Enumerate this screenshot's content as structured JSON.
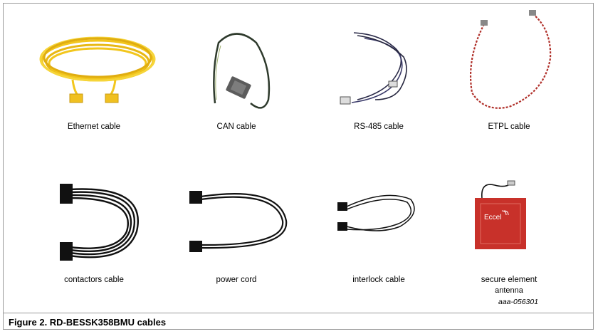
{
  "cables": [
    {
      "id": "ethernet",
      "label": "Ethernet cable"
    },
    {
      "id": "can",
      "label": "CAN cable"
    },
    {
      "id": "rs485",
      "label": "RS-485 cable"
    },
    {
      "id": "etpl",
      "label": "ETPL cable"
    },
    {
      "id": "contactors",
      "label": "contactors cable"
    },
    {
      "id": "power",
      "label": "power cord"
    },
    {
      "id": "interlock",
      "label": "interlock cable"
    },
    {
      "id": "secure",
      "label": "secure element",
      "label2": "antenna",
      "logo_text": "Eccel"
    }
  ],
  "figure": {
    "number_tag": "aaa-056301",
    "caption": "Figure 2.  RD-BESSK358BMU cables"
  },
  "colors": {
    "ethernet_yellow": "#f2c61c",
    "etpl_red": "#b0302a",
    "antenna_red": "#c8312a",
    "frame_gray": "#9a9a9a"
  }
}
